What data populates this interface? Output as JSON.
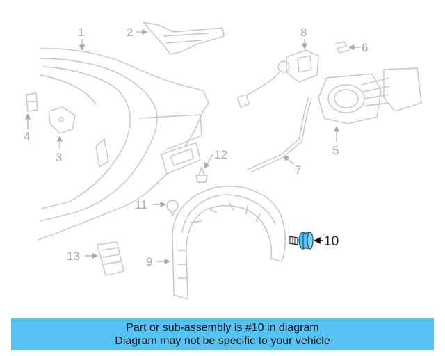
{
  "callouts": {
    "c1": "1",
    "c2": "2",
    "c3": "3",
    "c4": "4",
    "c5": "5",
    "c6": "6",
    "c7": "7",
    "c8": "8",
    "c9": "9",
    "c10": "10",
    "c11": "11",
    "c12": "12",
    "c13": "13"
  },
  "highlighted_part": "10",
  "colors": {
    "highlight_fill": "#55c3f4",
    "line_art": "#c4c4c4",
    "callout_text": "#a9a9a9",
    "banner_bg": "#55c3f4"
  },
  "banner": {
    "line1": "Part or sub-assembly is #10 in diagram",
    "line2": "Diagram may not be specific to your vehicle"
  }
}
